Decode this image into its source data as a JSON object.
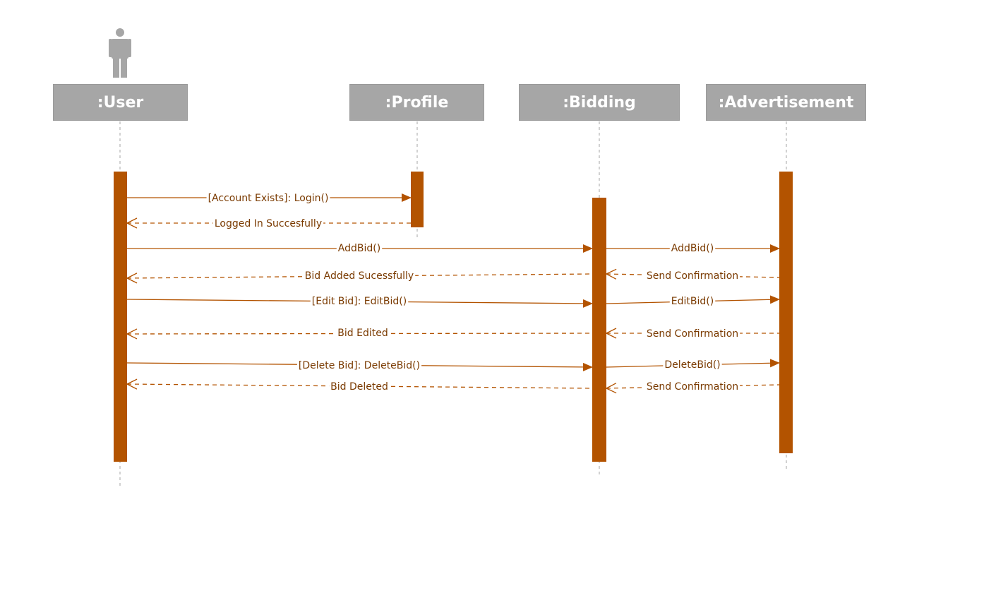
{
  "actor": {
    "icon": "person-icon"
  },
  "lifelines": [
    {
      "id": "user",
      "label": ":User"
    },
    {
      "id": "profile",
      "label": ":Profile"
    },
    {
      "id": "bidding",
      "label": ":Bidding"
    },
    {
      "id": "advertisement",
      "label": ":Advertisement"
    }
  ],
  "messages": [
    {
      "id": "login",
      "label": "[Account Exists]: Login()",
      "from": "user",
      "to": "profile",
      "kind": "call"
    },
    {
      "id": "logged-in",
      "label": "Logged In Succesfully",
      "from": "profile",
      "to": "user",
      "kind": "return"
    },
    {
      "id": "addbid",
      "label": "AddBid()",
      "from": "user",
      "to": "bidding",
      "kind": "call"
    },
    {
      "id": "addbid-adv",
      "label": "AddBid()",
      "from": "bidding",
      "to": "advertisement",
      "kind": "call"
    },
    {
      "id": "send-conf-1",
      "label": "Send Confirmation",
      "from": "advertisement",
      "to": "bidding",
      "kind": "return"
    },
    {
      "id": "bid-added",
      "label": "Bid Added Sucessfully",
      "from": "bidding",
      "to": "user",
      "kind": "return"
    },
    {
      "id": "editbid",
      "label": "[Edit Bid]: EditBid()",
      "from": "user",
      "to": "bidding",
      "kind": "call"
    },
    {
      "id": "editbid-adv",
      "label": "EditBid()",
      "from": "bidding",
      "to": "advertisement",
      "kind": "call"
    },
    {
      "id": "send-conf-2",
      "label": "Send Confirmation",
      "from": "advertisement",
      "to": "bidding",
      "kind": "return"
    },
    {
      "id": "bid-edited",
      "label": "Bid Edited",
      "from": "bidding",
      "to": "user",
      "kind": "return"
    },
    {
      "id": "deletebid",
      "label": "[Delete Bid]: DeleteBid()",
      "from": "user",
      "to": "bidding",
      "kind": "call"
    },
    {
      "id": "deletebid-adv",
      "label": "DeleteBid()",
      "from": "bidding",
      "to": "advertisement",
      "kind": "call"
    },
    {
      "id": "send-conf-3",
      "label": "Send Confirmation",
      "from": "advertisement",
      "to": "bidding",
      "kind": "return"
    },
    {
      "id": "bid-deleted",
      "label": "Bid Deleted",
      "from": "bidding",
      "to": "user",
      "kind": "return"
    }
  ],
  "colors": {
    "accent": "#b35300",
    "header": "#a6a6a6",
    "lifeline": "#a6a6a6",
    "text": "#7a3a00"
  }
}
